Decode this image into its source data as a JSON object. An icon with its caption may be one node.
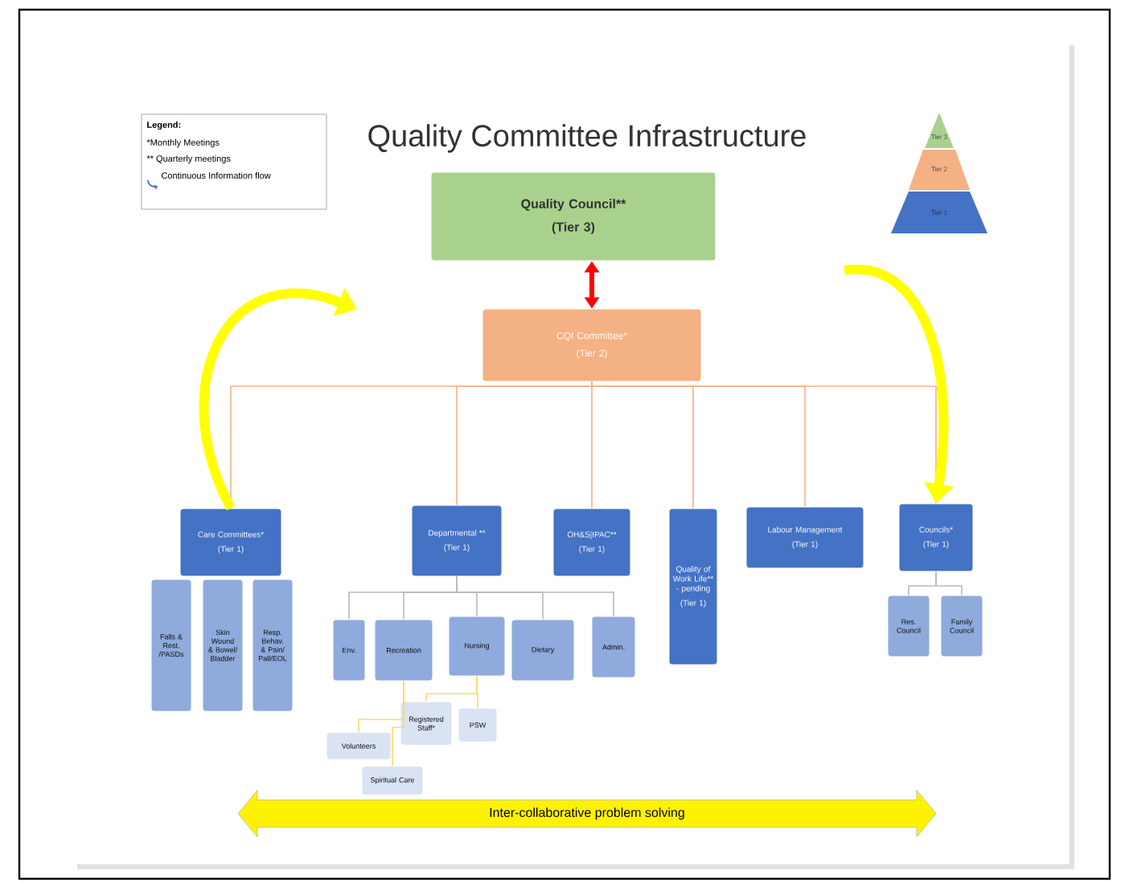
{
  "diagram": {
    "title": "Quality Committee Infrastructure",
    "nodes": [
      {
        "text": [
          "Quality Council**",
          "(Tier 3)"
        ]
      },
      {
        "text": [
          "CQI Committee*",
          "(Tier 2)"
        ]
      },
      {
        "text": [
          "Care Committees*",
          "(Tier 1)"
        ]
      },
      {
        "text": [
          "Falls & Rest. /PASDs"
        ]
      },
      {
        "text": [
          "Skin Wound & Bowel/ Bladder"
        ]
      },
      {
        "text": [
          "Resp. Behav. & Pain/ Pall/EOL"
        ]
      },
      {
        "text": [
          "Departmental **",
          "(Tier 1)"
        ]
      },
      {
        "text": [
          "OH&S|IPAC**",
          "(Tier 1)"
        ]
      },
      {
        "text": [
          "Quality of Work Life** - pending",
          "(Tier 1)"
        ]
      },
      {
        "text": [
          "Labour Management",
          "(Tier 1)"
        ]
      },
      {
        "text": [
          "Councils*",
          "(Tier 1)"
        ]
      },
      {
        "text": [
          "Res. Council"
        ]
      },
      {
        "text": [
          "Family Council"
        ]
      },
      {
        "text": [
          "Env."
        ]
      },
      {
        "text": [
          "Recreation"
        ]
      },
      {
        "text": [
          "Nursing"
        ]
      },
      {
        "text": [
          "Dietary"
        ]
      },
      {
        "text": [
          "Admin."
        ]
      },
      {
        "text": [
          "Registered Staff*"
        ]
      },
      {
        "text": [
          "PSW"
        ]
      },
      {
        "text": [
          "Volunteers"
        ]
      },
      {
        "text": [
          "Spiritual Care"
        ]
      },
      {
        "text": [
          "Inter-collaborative problem solving"
        ]
      },
      {
        "text": [
          "Tier 3"
        ]
      },
      {
        "text": [
          "Tier 2"
        ]
      },
      {
        "text": [
          "Tier 1"
        ]
      }
    ],
    "edges": [
      {
        "from": 0,
        "to": 1,
        "arrow": "both",
        "style": "thick",
        "color": "#ff0000"
      },
      {
        "from": 1,
        "to": 2,
        "arrow": "none",
        "color": "#f4b183"
      },
      {
        "from": 1,
        "to": 6,
        "arrow": "none",
        "color": "#f4b183"
      },
      {
        "from": 1,
        "to": 7,
        "arrow": "none",
        "color": "#f4b183"
      },
      {
        "from": 1,
        "to": 8,
        "arrow": "none",
        "color": "#f4b183"
      },
      {
        "from": 1,
        "to": 9,
        "arrow": "none",
        "color": "#f4b183"
      },
      {
        "from": 1,
        "to": 10,
        "arrow": "none",
        "color": "#f4b183"
      },
      {
        "from": 6,
        "to": 13,
        "arrow": "none"
      },
      {
        "from": 6,
        "to": 14,
        "arrow": "none"
      },
      {
        "from": 6,
        "to": 15,
        "arrow": "none"
      },
      {
        "from": 6,
        "to": 16,
        "arrow": "none"
      },
      {
        "from": 6,
        "to": 17,
        "arrow": "none"
      },
      {
        "from": 10,
        "to": 11,
        "arrow": "none"
      },
      {
        "from": 10,
        "to": 12,
        "arrow": "none"
      },
      {
        "from": 14,
        "to": 20,
        "arrow": "none",
        "color": "#ffd966"
      },
      {
        "from": 14,
        "to": 21,
        "arrow": "none",
        "color": "#ffd966"
      },
      {
        "from": 15,
        "to": 18,
        "arrow": "none",
        "color": "#ffd966"
      },
      {
        "from": 15,
        "to": 19,
        "arrow": "none",
        "color": "#ffd966"
      },
      {
        "from": 2,
        "to": null,
        "arrow": "to",
        "style": "thick",
        "color": "#ffff00"
      },
      {
        "from": null,
        "to": 10,
        "arrow": "to",
        "style": "thick",
        "color": "#ffff00"
      }
    ],
    "labels": [
      "Legend:"
    ],
    "legend": [
      {
        "text": "*Monthly Meetings"
      },
      {
        "text": "** Quarterly meetings"
      },
      {
        "text": "Continuous Information flow"
      }
    ]
  }
}
